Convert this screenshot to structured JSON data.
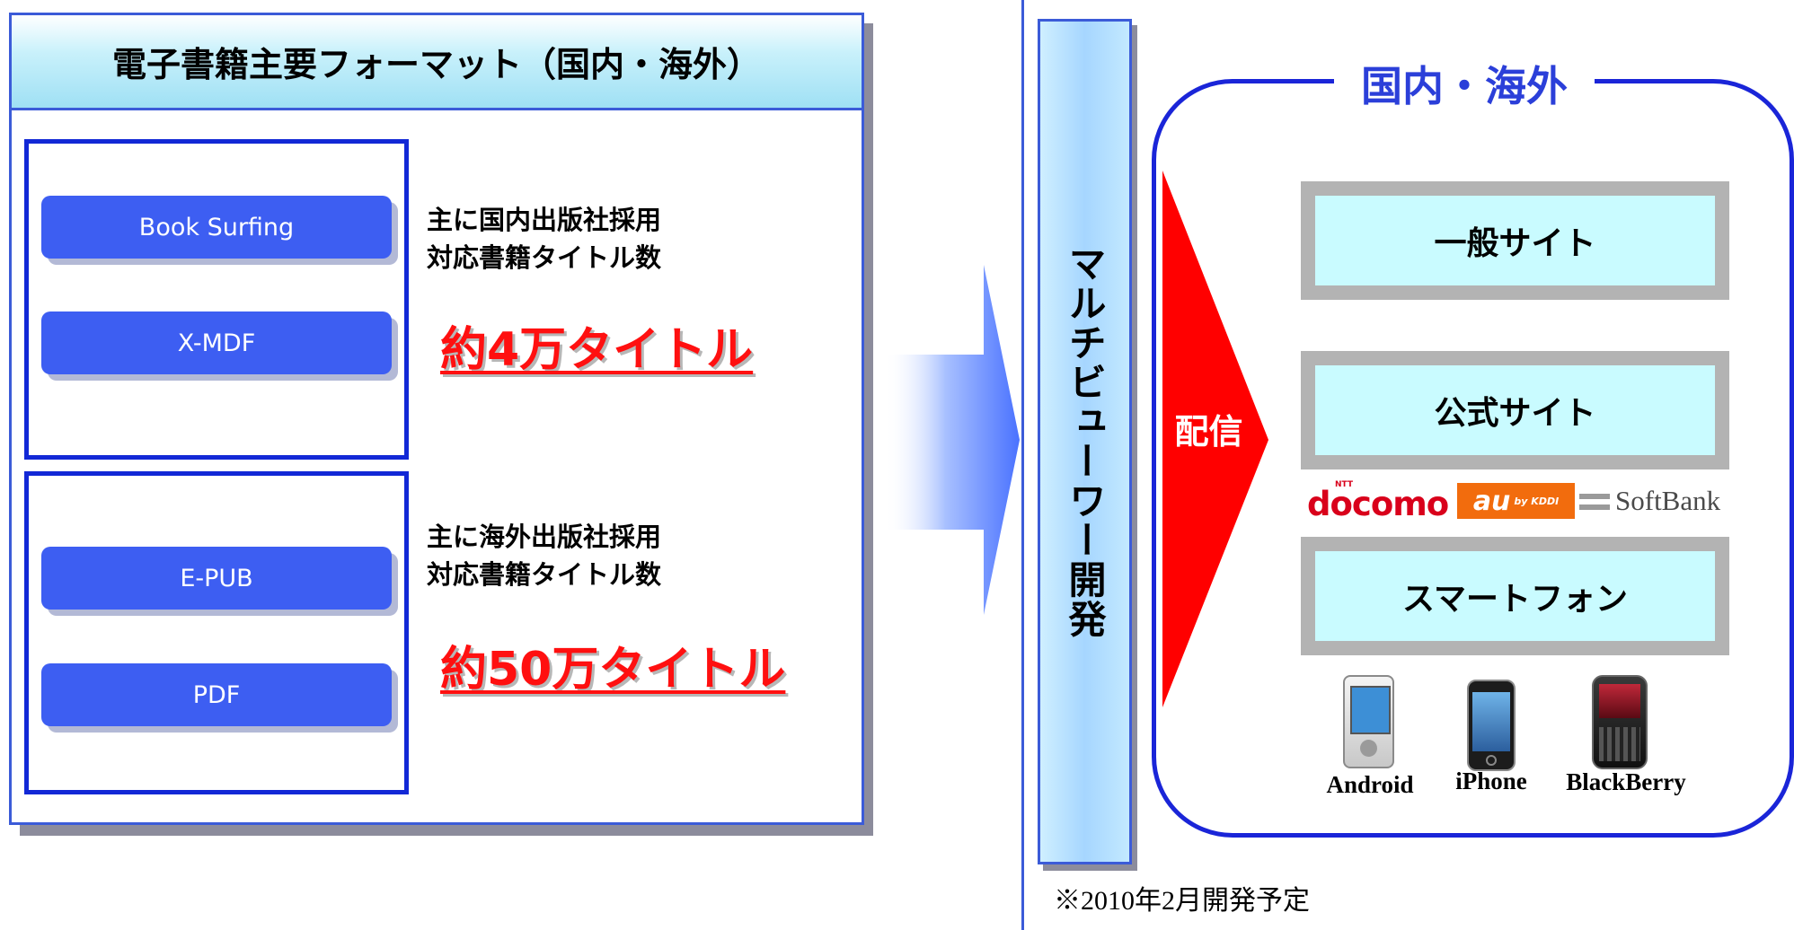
{
  "left_panel": {
    "title": "電子書籍主要フォーマット（国内・海外）",
    "domestic": {
      "formats": [
        "Book Surfing",
        "X-MDF"
      ],
      "desc_line1": "主に国内出版社採用",
      "desc_line2": "対応書籍タイトル数",
      "count": "約4万タイトル"
    },
    "overseas": {
      "formats": [
        "E-PUB",
        "PDF"
      ],
      "desc_line1": "主に海外出版社採用",
      "desc_line2": "対応書籍タイトル数",
      "count": "約50万タイトル"
    }
  },
  "right_panel": {
    "multiviewer": "マルチビューワー開発",
    "region_title": "国内・海外",
    "delivery": "配信",
    "sites": [
      "一般サイト",
      "公式サイト",
      "スマートフォン"
    ],
    "carriers": {
      "docomo_small": "NTT",
      "docomo": "docomo",
      "au": "au",
      "au_small": "by KDDI",
      "softbank": "SoftBank"
    },
    "devices": [
      "Android",
      "iPhone",
      "BlackBerry"
    ],
    "note": "※2010年2月開発予定"
  },
  "colors": {
    "frame_blue": "#3b5bd8",
    "button_blue": "#3d5ef2",
    "count_red": "#ff1010",
    "delivery_red": "#ff0000",
    "site_fill": "#c9fbff",
    "docomo_red": "#d9001b",
    "au_orange": "#f26c0d"
  }
}
